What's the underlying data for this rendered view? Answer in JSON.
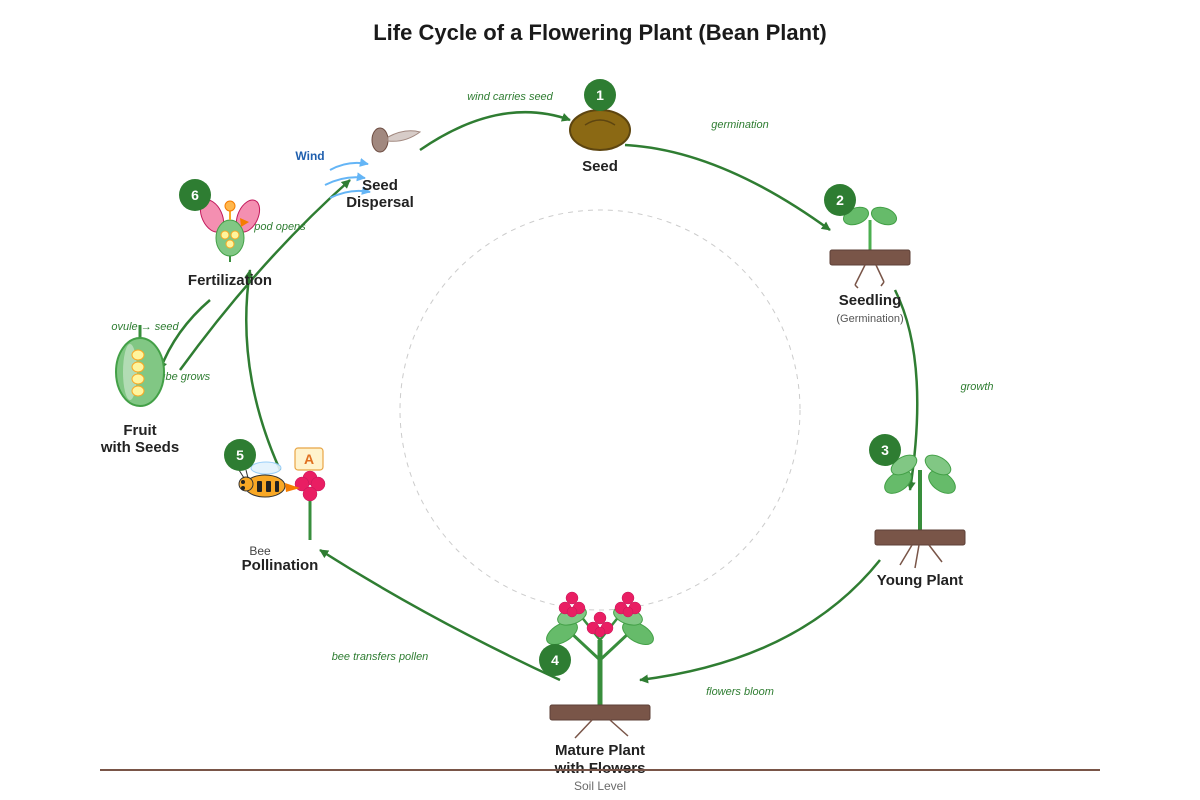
{
  "title": "Life Cycle of a Flowering Plant (Bean Plant)",
  "colors": {
    "arrow": "#2f7d32",
    "badge": "#2e7d32",
    "soil": "#795548",
    "leaf": "#66bb6a",
    "flower": "#e91e63",
    "seed": "#8b6914",
    "wind": "#1f5fae"
  },
  "stages": [
    {
      "number": "1",
      "label": "Seed",
      "sub": ""
    },
    {
      "number": "2",
      "label": "Seedling",
      "sub": "(Germination)"
    },
    {
      "number": "3",
      "label": "Young Plant",
      "sub": ""
    },
    {
      "number": "4",
      "label_line1": "Mature Plant",
      "label_line2": "with Flowers"
    },
    {
      "number": "5",
      "label": "Pollination",
      "sub": "Bee"
    },
    {
      "number": "6",
      "label": "Fertilization"
    }
  ],
  "fruit": {
    "line1": "Fruit",
    "line2": "with Seeds"
  },
  "dispersal": {
    "line1": "Seed",
    "line2": "Dispersal",
    "wind_label": "Wind"
  },
  "arrow_labels": {
    "germination": "germination",
    "growth": "growth",
    "flowers_bloom": "flowers bloom",
    "bee_transfers": "bee transfers pollen",
    "pollen_tube": "pollen tube grows",
    "ovule_seed": "ovule → seed",
    "pod_opens": "pod opens",
    "wind_carries": "wind carries seed"
  },
  "anther_letter": "A",
  "soil_level": "Soil Level"
}
